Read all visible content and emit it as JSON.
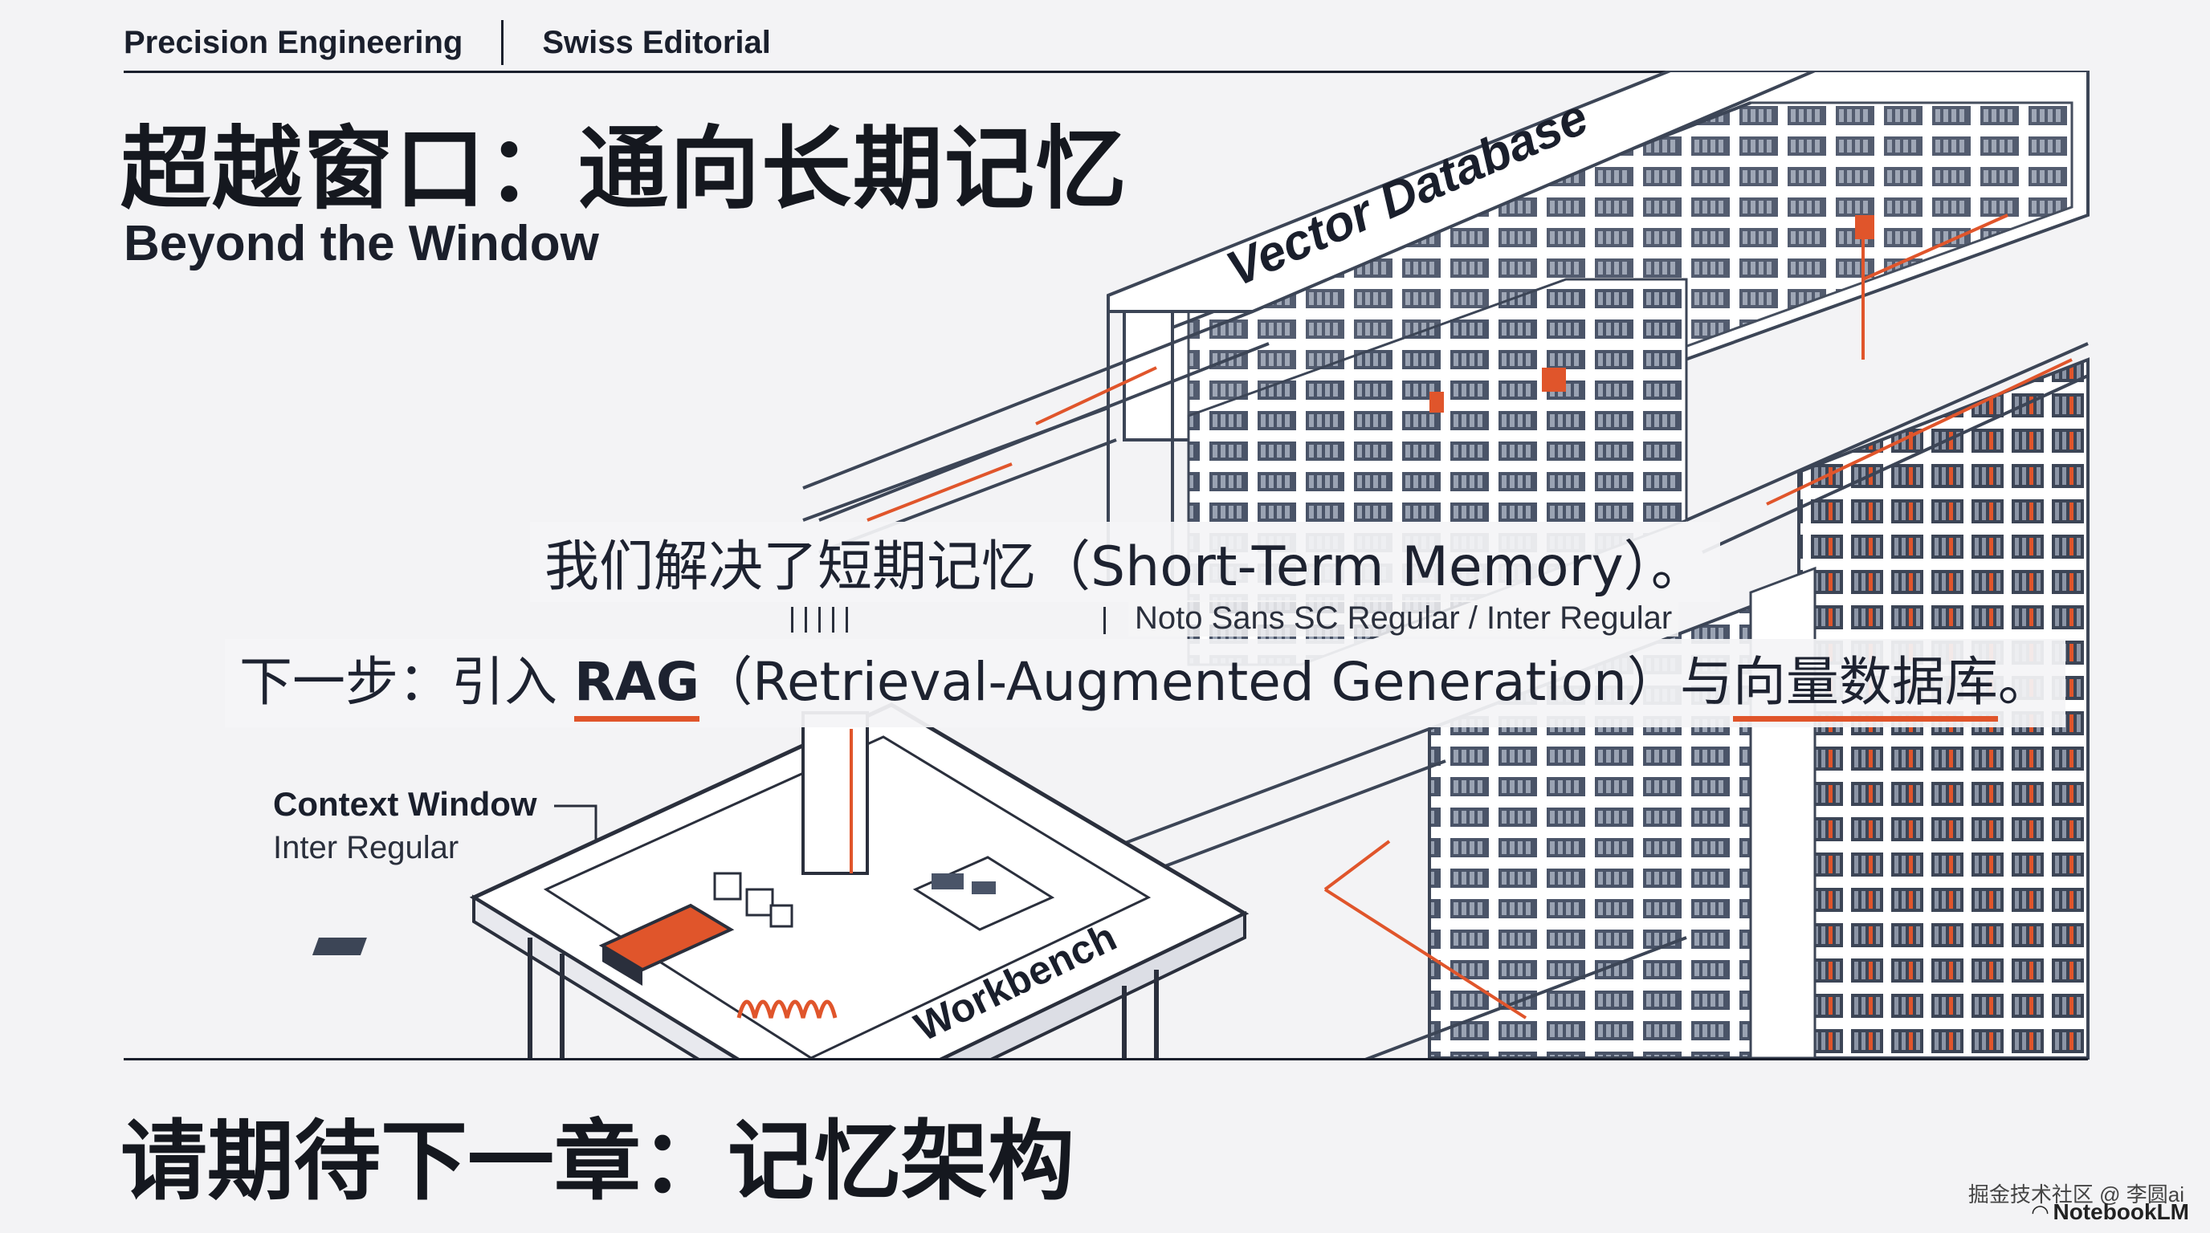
{
  "header": {
    "left": "Precision Engineering",
    "right": "Swiss Editorial"
  },
  "title": {
    "zh": "超越窗口：通向长期记忆",
    "en": "Beyond the Window"
  },
  "illustration": {
    "vector_db_label": "Vector Database",
    "workbench_label": "Workbench"
  },
  "body": {
    "line1": "我们解决了短期记忆（Short-Term Memory）。",
    "font_note": "Noto Sans SC Regular / Inter Regular",
    "line2_prefix": "下一步：引入 ",
    "line2_rag": "RAG",
    "line2_middle": "（Retrieval-Augmented Generation）与",
    "line2_db": "向量数据库",
    "line2_end": "。"
  },
  "context_window": {
    "title": "Context Window",
    "subtitle": "Inter Regular"
  },
  "footer": {
    "zh": "请期待下一章：记忆架构"
  },
  "watermark": {
    "line1": "掘金技术社区 @ 李圆ai",
    "line2": "NotebookLM"
  },
  "colors": {
    "accent": "#e0552b",
    "ink": "#1a1f2c",
    "background": "#f3f3f5"
  }
}
